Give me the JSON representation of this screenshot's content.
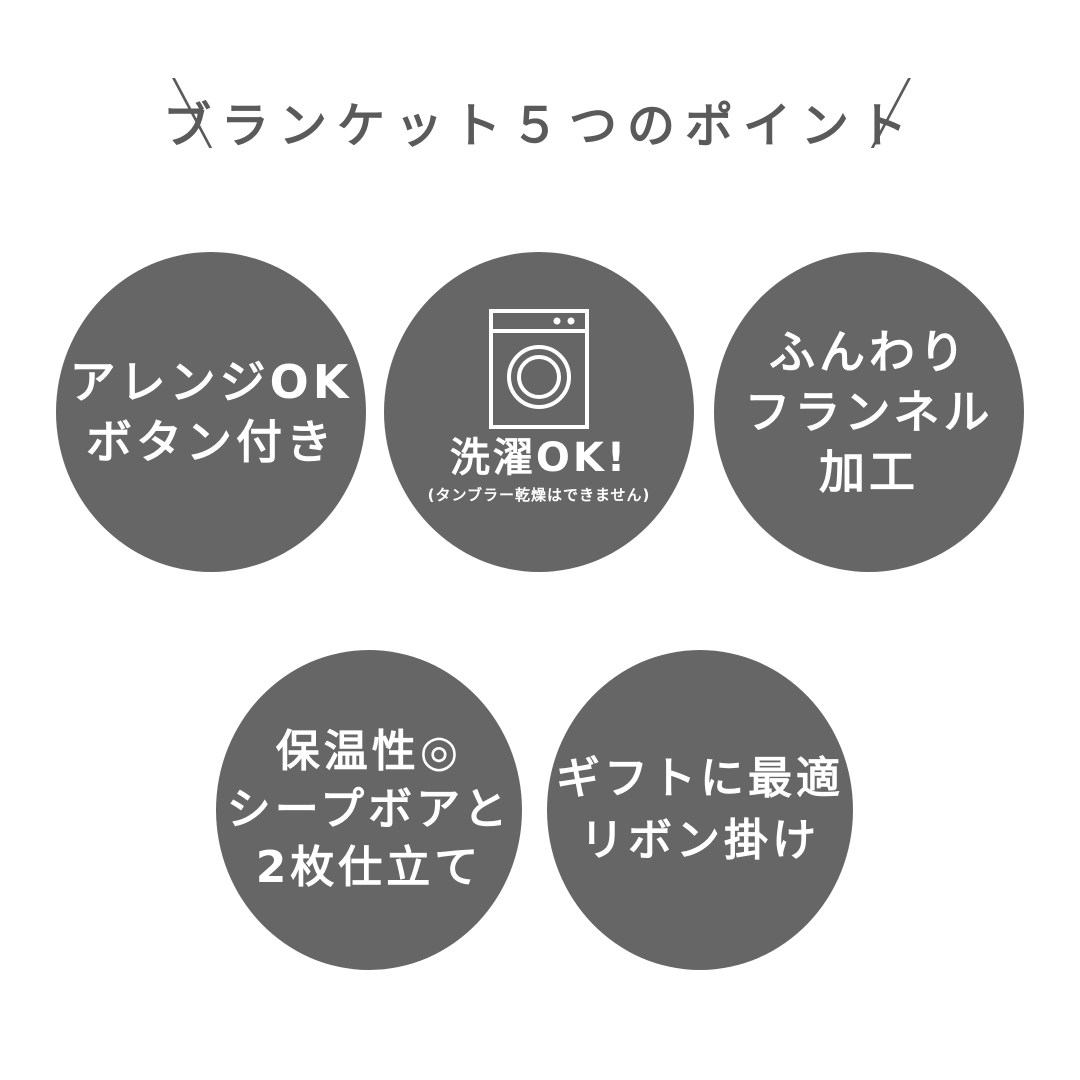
{
  "heading": {
    "title": "ブランケット５つのポイント"
  },
  "points": [
    {
      "lines": [
        "アレンジOK",
        "ボタン付き"
      ]
    },
    {
      "icon": "washing-machine-icon",
      "title": "洗濯OK!",
      "note": "(タンブラー乾燥はできません)"
    },
    {
      "lines": [
        "ふんわり",
        "フランネル",
        "加工"
      ]
    },
    {
      "lines": [
        "保温性◎",
        "シープボアと",
        "2枚仕立て"
      ]
    },
    {
      "lines": [
        "ギフトに最適",
        "リボン掛け"
      ]
    }
  ],
  "colors": {
    "circle": "#666666",
    "text_on_circle": "#ffffff",
    "heading": "#5a5a5a",
    "background": "#ffffff"
  }
}
